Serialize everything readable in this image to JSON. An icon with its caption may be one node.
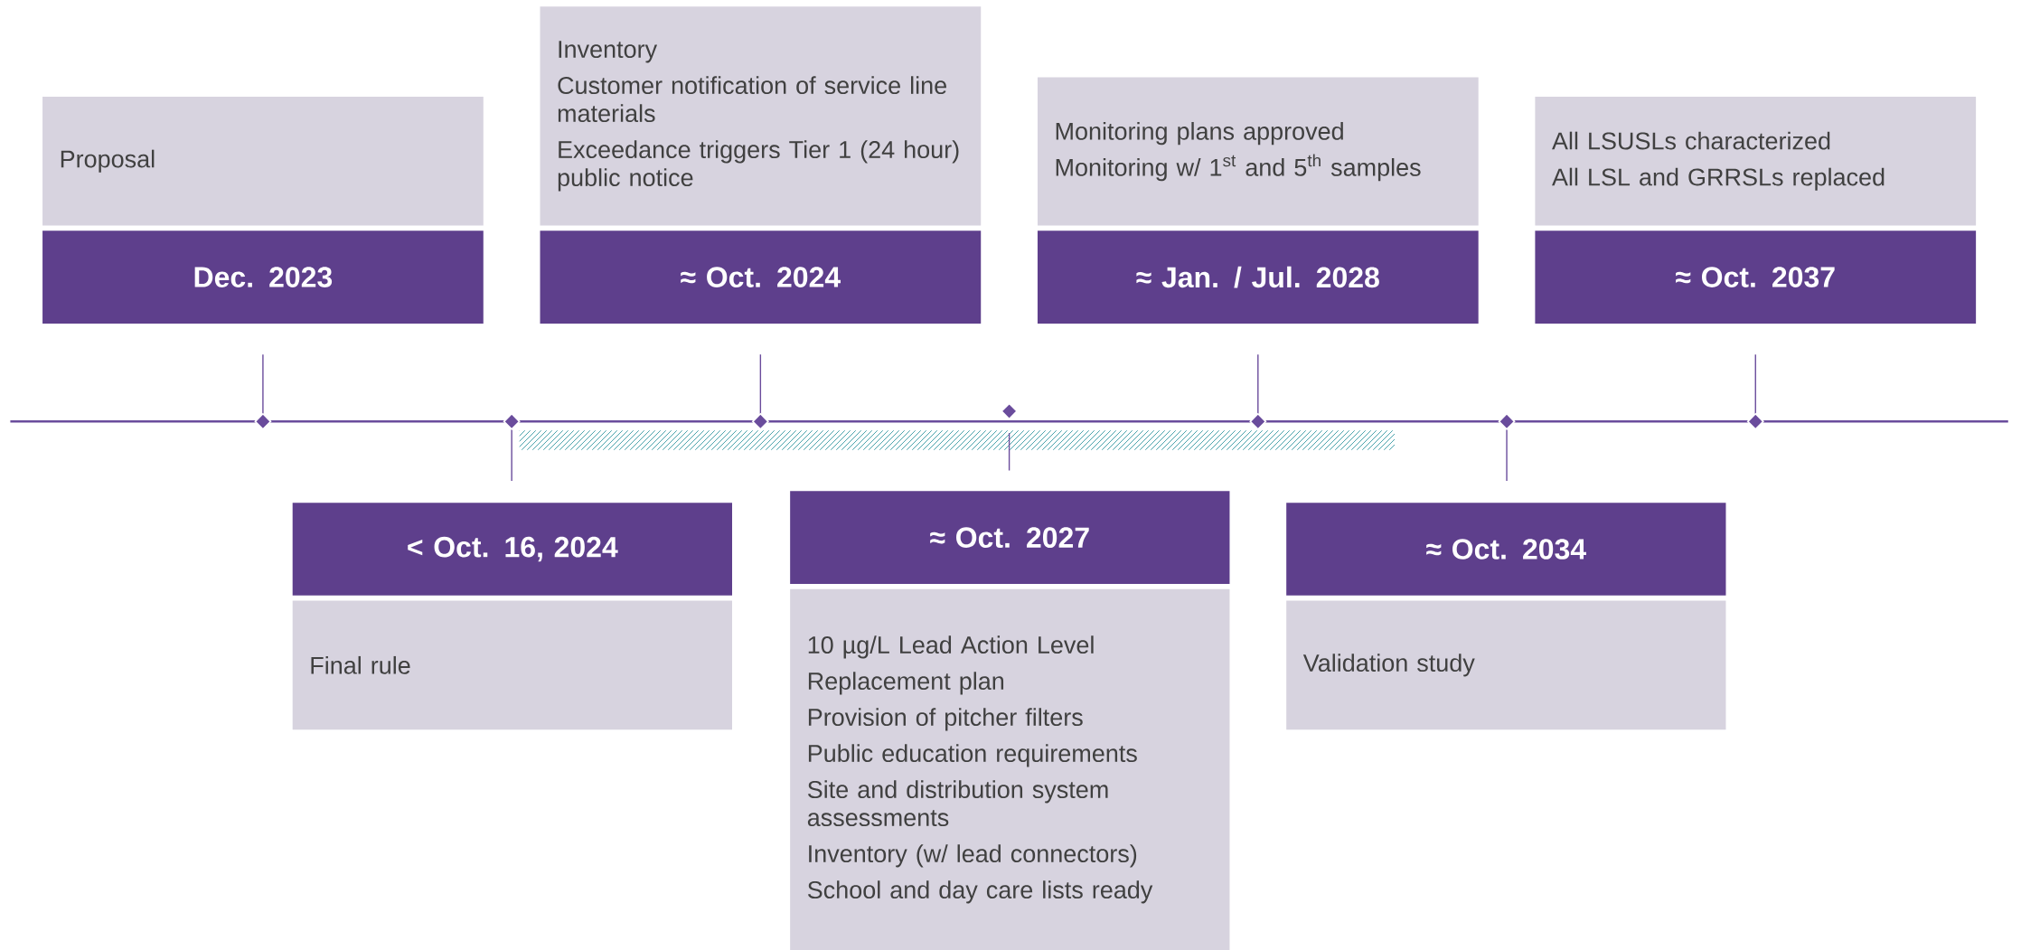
{
  "diagram": {
    "nodes": [
      {
        "text": [
          "Proposal"
        ]
      },
      {
        "text": [
          "Dec. 2023"
        ]
      },
      {
        "text": [
          "< Oct. 16, 2024"
        ]
      },
      {
        "text": [
          "Final rule"
        ]
      },
      {
        "text": [
          "Inventory",
          "Customer notification of service line materials",
          "Exceedance triggers Tier 1 (24 hour) public notice"
        ]
      },
      {
        "text": [
          "≈ Oct. 2024"
        ]
      },
      {
        "text": [
          "≈ Oct. 2027"
        ]
      },
      {
        "text": [
          "10 µg/L Lead Action Level",
          "Replacement plan",
          "Provision of pitcher filters",
          "Public education requirements",
          "Site and distribution system assessments",
          "Inventory (w/ lead connectors)",
          "School and day care lists ready"
        ]
      },
      {
        "text": [
          "Monitoring plans approved",
          "Monitoring w/ 1$^{st}$ and 5$^{th}$ samples"
        ]
      },
      {
        "text": [
          "≈ Jan. / Jul. 2028"
        ]
      },
      {
        "text": [
          "≈ Oct. 2034"
        ]
      },
      {
        "text": [
          "Validation study"
        ]
      },
      {
        "text": [
          "All LSUSLs characterized",
          "All LSL and GRRSLs replaced"
        ]
      },
      {
        "text": [
          "≈ Oct. 2037"
        ]
      }
    ]
  }
}
